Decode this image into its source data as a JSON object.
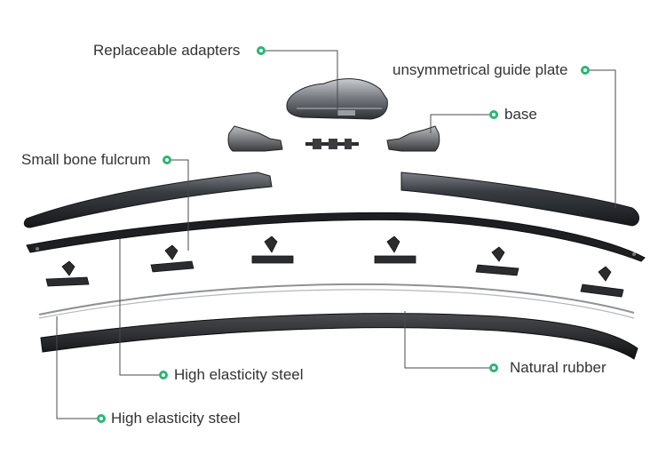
{
  "diagram": {
    "title": "",
    "accent_color": "#2bb673",
    "part_color": "#2a2c30",
    "labels": {
      "replaceable_adapters": "Replaceable adapters",
      "unsymmetrical_guide_plate": "unsymmetrical guide plate",
      "base": "base",
      "small_bone_fulcrum": "Small bone fulcrum",
      "high_elasticity_steel_1": "High elasticity steel",
      "natural_rubber": "Natural rubber",
      "high_elasticity_steel_2": "High elasticity steel"
    }
  }
}
